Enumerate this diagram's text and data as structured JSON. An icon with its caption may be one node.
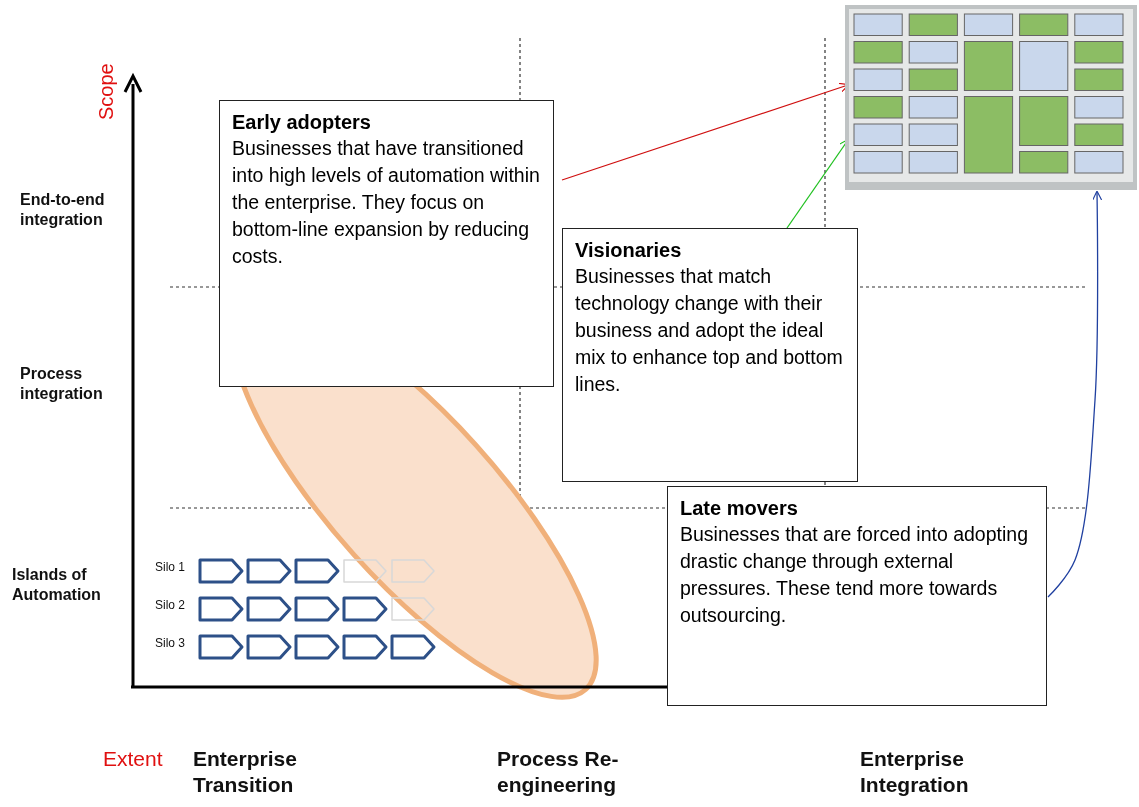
{
  "diagram": {
    "nodes": [
      {
        "text": [
          "Early adopters",
          "Businesses that have transitioned into high levels of automation within the enterprise. They focus on bottom-line expansion by reducing costs."
        ]
      },
      {
        "text": [
          "Visionaries",
          "Businesses that match technology change with their business and adopt the ideal mix to enhance top and bottom lines."
        ]
      },
      {
        "text": [
          "Late movers",
          "Businesses that are forced into adopting drastic change through external pressures. These tend more towards outsourcing."
        ]
      },
      {
        "text": [],
        "shape": "picture"
      }
    ],
    "edges": [
      {
        "from": 0,
        "to": 3,
        "arrow": "to",
        "color": "#d01010"
      },
      {
        "from": 1,
        "to": 3,
        "arrow": "to",
        "color": "#20c020"
      },
      {
        "from": 2,
        "to": 3,
        "arrow": "to",
        "color": "#2040a0"
      }
    ],
    "labels": [
      "Scope",
      "End-to-end integration",
      "Process integration",
      "Islands of Automation",
      "Silo 1",
      "Silo 2",
      "Silo 3",
      "Extent",
      "Enterprise Transition",
      "Process Re-engineering",
      "Enterprise Integration"
    ]
  }
}
